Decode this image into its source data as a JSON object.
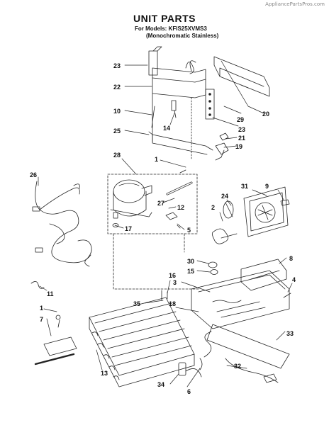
{
  "watermark": "AppliancePartsPros.com",
  "title": "UNIT PARTS",
  "models_line": "For Models: KFIS25XVMS3",
  "finish_line": "(Monochromatic Stainless)",
  "callouts": [
    {
      "id": "c23a",
      "label": "23"
    },
    {
      "id": "c22",
      "label": "22"
    },
    {
      "id": "c10",
      "label": "10"
    },
    {
      "id": "c25",
      "label": "25"
    },
    {
      "id": "c14",
      "label": "14"
    },
    {
      "id": "c20",
      "label": "20"
    },
    {
      "id": "c29",
      "label": "29"
    },
    {
      "id": "c23b",
      "label": "23"
    },
    {
      "id": "c21",
      "label": "21"
    },
    {
      "id": "c19",
      "label": "19"
    },
    {
      "id": "c28",
      "label": "28"
    },
    {
      "id": "c1a",
      "label": "1"
    },
    {
      "id": "c26",
      "label": "26"
    },
    {
      "id": "c27",
      "label": "27"
    },
    {
      "id": "c12",
      "label": "12"
    },
    {
      "id": "c17",
      "label": "17"
    },
    {
      "id": "c5",
      "label": "5"
    },
    {
      "id": "c31",
      "label": "31"
    },
    {
      "id": "c24",
      "label": "24"
    },
    {
      "id": "c9",
      "label": "9"
    },
    {
      "id": "c2",
      "label": "2"
    },
    {
      "id": "c30",
      "label": "30"
    },
    {
      "id": "c15",
      "label": "15"
    },
    {
      "id": "c8",
      "label": "8"
    },
    {
      "id": "c3",
      "label": "3"
    },
    {
      "id": "c4",
      "label": "4"
    },
    {
      "id": "c11",
      "label": "11"
    },
    {
      "id": "c16",
      "label": "16"
    },
    {
      "id": "c35",
      "label": "35"
    },
    {
      "id": "c18",
      "label": "18"
    },
    {
      "id": "c1b",
      "label": "1"
    },
    {
      "id": "c7",
      "label": "7"
    },
    {
      "id": "c33",
      "label": "33"
    },
    {
      "id": "c13",
      "label": "13"
    },
    {
      "id": "c32",
      "label": "32"
    },
    {
      "id": "c6",
      "label": "6"
    },
    {
      "id": "c34",
      "label": "34"
    }
  ]
}
